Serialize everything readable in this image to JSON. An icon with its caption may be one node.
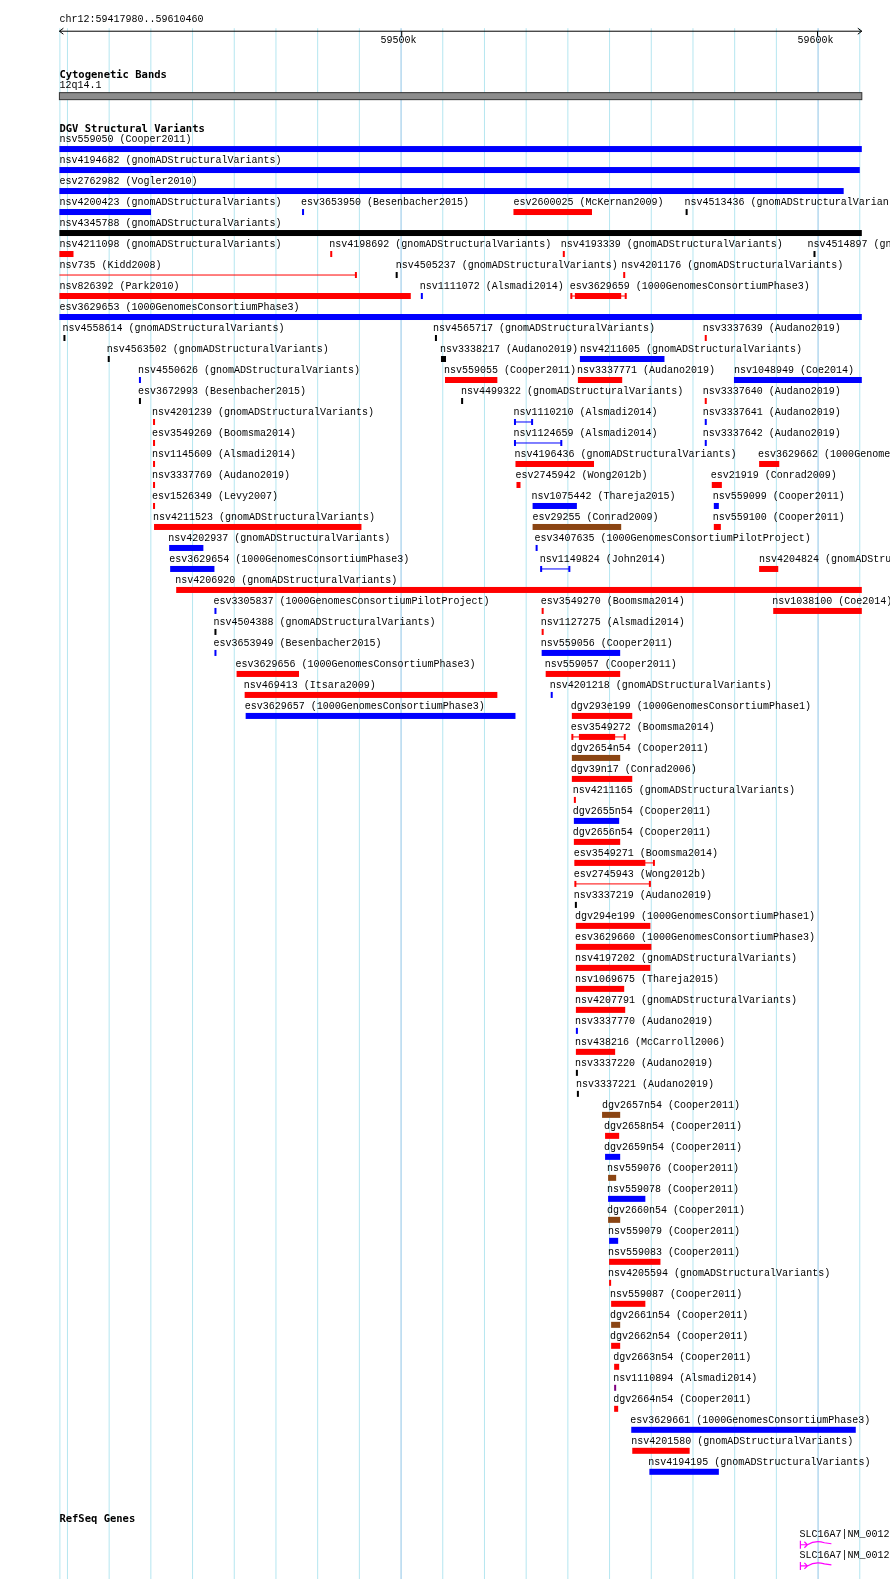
{
  "diagram": {
    "labels": [
      "chr12:59417980..59610460",
      "59500k",
      "59600k",
      "Cytogenetic Bands",
      "12q14.1",
      "DGV Structural Variants",
      "nsv559050 (Cooper2011)",
      "nsv4194682 (gnomADStructuralVariants)",
      "esv2762982 (Vogler2010)",
      "nsv4200423 (gnomADStructuralVariants)",
      "esv3653950 (Besenbacher2015)",
      "esv2600025 (McKernan2009)",
      "nsv4513436 (gnomADStructuralVarian",
      "nsv4345788 (gnomADStructuralVariants)",
      "nsv4211098 (gnomADStructuralVariants)",
      "nsv4198692 (gnomADStructuralVariants)",
      "nsv4193339 (gnomADStructuralVariants)",
      "nsv4514897 (gn",
      "nsv735 (Kidd2008)",
      "nsv4505237 (gnomADStructuralVariants)",
      "nsv4201176 (gnomADStructuralVariants)",
      "nsv826392 (Park2010)",
      "nsv1111072 (Alsmadi2014)",
      "esv3629659 (1000GenomesConsortiumPhase3)",
      "esv3629653 (1000GenomesConsortiumPhase3)",
      "nsv4558614 (gnomADStructuralVariants)",
      "nsv4565717 (gnomADStructuralVariants)",
      "nsv3337639 (Audano2019)",
      "nsv4563502 (gnomADStructuralVariants)",
      "nsv3338217 (Audano2019)",
      "nsv4211605 (gnomADStructuralVariants)",
      "nsv4550626 (gnomADStructuralVariants)",
      "nsv559055 (Cooper2011)",
      "nsv3337771 (Audano2019)",
      "nsv1048949 (Coe2014)",
      "esv3672993 (Besenbacher2015)",
      "nsv4499322 (gnomADStructuralVariants)",
      "nsv3337640 (Audano2019)",
      "nsv4201239 (gnomADStructuralVariants)",
      "nsv1110210 (Alsmadi2014)",
      "nsv3337641 (Audano2019)",
      "esv3549269 (Boomsma2014)",
      "nsv1124659 (Alsmadi2014)",
      "nsv3337642 (Audano2019)",
      "nsv1145609 (Alsmadi2014)",
      "nsv4196436 (gnomADStructuralVariants)",
      "esv3629662 (1000Genome",
      "nsv3337769 (Audano2019)",
      "esv2745942 (Wong2012b)",
      "esv21919 (Conrad2009)",
      "esv1526349 (Levy2007)",
      "nsv1075442 (Thareja2015)",
      "nsv559099 (Cooper2011)",
      "nsv4211523 (gnomADStructuralVariants)",
      "esv29255 (Conrad2009)",
      "nsv559100 (Cooper2011)",
      "nsv4202937 (gnomADStructuralVariants)",
      "esv3407635 (1000GenomesConsortiumPilotProject)",
      "esv3629654 (1000GenomesConsortiumPhase3)",
      "nsv1149824 (John2014)",
      "nsv4204824 (gnomADStru",
      "nsv4206920 (gnomADStructuralVariants)",
      "esv3305837 (1000GenomesConsortiumPilotProject)",
      "esv3549270 (Boomsma2014)",
      "nsv1038100 (Coe2014)",
      "nsv4504388 (gnomADStructuralVariants)",
      "nsv1127275 (Alsmadi2014)",
      "esv3653949 (Besenbacher2015)",
      "nsv559056 (Cooper2011)",
      "esv3629656 (1000GenomesConsortiumPhase3)",
      "nsv559057 (Cooper2011)",
      "nsv469413 (Itsara2009)",
      "nsv4201218 (gnomADStructuralVariants)",
      "esv3629657 (1000GenomesConsortiumPhase3)",
      "dgv293e199 (1000GenomesConsortiumPhase1)",
      "esv3549272 (Boomsma2014)",
      "dgv2654n54 (Cooper2011)",
      "dgv39n17 (Conrad2006)",
      "nsv4211165 (gnomADStructuralVariants)",
      "dgv2655n54 (Cooper2011)",
      "dgv2656n54 (Cooper2011)",
      "esv3549271 (Boomsma2014)",
      "esv2745943 (Wong2012b)",
      "nsv3337219 (Audano2019)",
      "dgv294e199 (1000GenomesConsortiumPhase1)",
      "esv3629660 (1000GenomesConsortiumPhase3)",
      "nsv4197202 (gnomADStructuralVariants)",
      "nsv1069675 (Thareja2015)",
      "nsv4207791 (gnomADStructuralVariants)",
      "nsv3337770 (Audano2019)",
      "nsv438216 (McCarroll2006)",
      "nsv3337220 (Audano2019)",
      "nsv3337221 (Audano2019)",
      "dgv2657n54 (Cooper2011)",
      "dgv2658n54 (Cooper2011)",
      "dgv2659n54 (Cooper2011)",
      "nsv559076 (Cooper2011)",
      "nsv559078 (Cooper2011)",
      "dgv2660n54 (Cooper2011)",
      "nsv559079 (Cooper2011)",
      "nsv559083 (Cooper2011)",
      "nsv4205594 (gnomADStructuralVariants)",
      "nsv559087 (Cooper2011)",
      "dgv2661n54 (Cooper2011)",
      "dgv2662n54 (Cooper2011)",
      "dgv2663n54 (Cooper2011)",
      "nsv1110894 (Alsmadi2014)",
      "dgv2664n54 (Cooper2011)",
      "esv3629661 (1000GenomesConsortiumPhase3)",
      "nsv4201580 (gnomADStructuralVariants)",
      "nsv4194195 (gnomADStructuralVariants)",
      "RefSeq Genes",
      "SLC16A7|NM_0012",
      "SLC16A7|NM_0012"
    ]
  }
}
